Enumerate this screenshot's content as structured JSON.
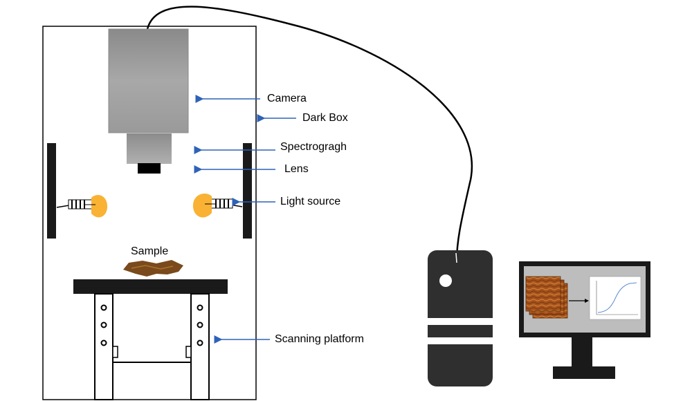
{
  "labels": {
    "camera": "Camera",
    "dark_box": "Dark Box",
    "spectrograph": "Spectrogragh",
    "lens": "Lens",
    "light_source": "Light source",
    "sample": "Sample",
    "scanning_platform": "Scanning platform"
  },
  "colors": {
    "arrow": "#2e62b8",
    "bulb": "#f9b233",
    "camera": "#9a9a9a",
    "sample": "#7a4a1c",
    "computer": "#2f2f2f",
    "screen_bg": "#bdbdbd"
  },
  "icons": {
    "camera": "camera-body-icon",
    "spectrograph": "spectrograph-icon",
    "lens": "lens-icon",
    "bulb": "light-bulb-icon",
    "computer": "computer-tower-icon",
    "monitor": "monitor-icon"
  }
}
